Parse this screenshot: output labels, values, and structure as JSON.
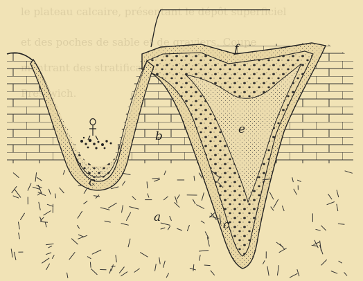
{
  "figure": {
    "background": "#f1e3b6",
    "ink": "#222222",
    "fill_sand": "#e7d6a3",
    "labels": {
      "a": "a",
      "b": "b",
      "c1": "c",
      "c2": "c",
      "e": "e",
      "f": "f"
    },
    "faint_text_lines": [
      "le plateau calcaire, présentant le dépôt superficiel",
      "et  des  poches  de  sable  et  de  graviers.  Coupe",
      "montrant  des  stratifications,  d'après  M.",
      "Prestwich."
    ]
  }
}
